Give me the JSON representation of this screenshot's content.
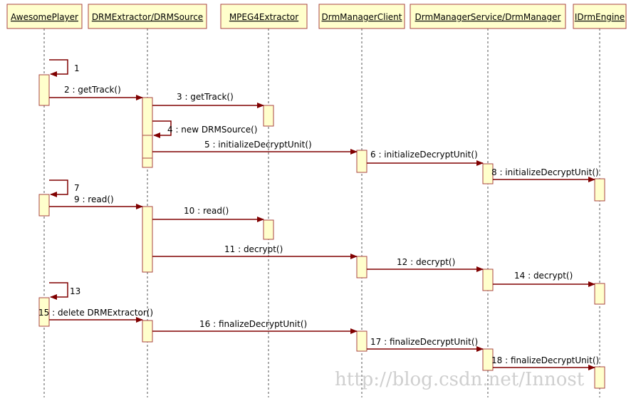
{
  "participants": [
    {
      "id": "p0",
      "name": "AwesomePlayer"
    },
    {
      "id": "p1",
      "name": "DRMExtractor/DRMSource"
    },
    {
      "id": "p2",
      "name": "MPEG4Extractor"
    },
    {
      "id": "p3",
      "name": "DrmManagerClient"
    },
    {
      "id": "p4",
      "name": "DrmManagerService/DrmManager"
    },
    {
      "id": "p5",
      "name": "IDrmEngine"
    }
  ],
  "messages": [
    {
      "from": 0,
      "to": 0,
      "label": "1"
    },
    {
      "from": 0,
      "to": 1,
      "label": "2 : getTrack()"
    },
    {
      "from": 1,
      "to": 2,
      "label": "3 : getTrack()"
    },
    {
      "from": 1,
      "to": 1,
      "label": "4 : new DRMSource()"
    },
    {
      "from": 1,
      "to": 3,
      "label": "5 : initializeDecryptUnit()"
    },
    {
      "from": 3,
      "to": 4,
      "label": "6 : initializeDecryptUnit()"
    },
    {
      "from": 0,
      "to": 0,
      "label": "7"
    },
    {
      "from": 4,
      "to": 5,
      "label": "8 : initializeDecryptUnit()"
    },
    {
      "from": 0,
      "to": 1,
      "label": "9 : read()"
    },
    {
      "from": 1,
      "to": 2,
      "label": "10 : read()"
    },
    {
      "from": 1,
      "to": 3,
      "label": "11 : decrypt()"
    },
    {
      "from": 3,
      "to": 4,
      "label": "12 : decrypt()"
    },
    {
      "from": 0,
      "to": 0,
      "label": "13"
    },
    {
      "from": 4,
      "to": 5,
      "label": "14 : decrypt()"
    },
    {
      "from": 0,
      "to": 1,
      "label": "15 : delete DRMExtractor()"
    },
    {
      "from": 1,
      "to": 3,
      "label": "16 : finalizeDecryptUnit()"
    },
    {
      "from": 3,
      "to": 4,
      "label": "17 : finalizeDecryptUnit()"
    },
    {
      "from": 4,
      "to": 5,
      "label": "18 : finalizeDecryptUnit()"
    }
  ],
  "watermark": "http://blog.csdn.net/Innost",
  "colors": {
    "box_fill": "#ffffcc",
    "box_stroke": "#a94442",
    "activation_fill": "#ffffcc",
    "activation_stroke": "#a94442",
    "lifeline": "#555555",
    "arrow": "#800000",
    "text": "#000000"
  }
}
